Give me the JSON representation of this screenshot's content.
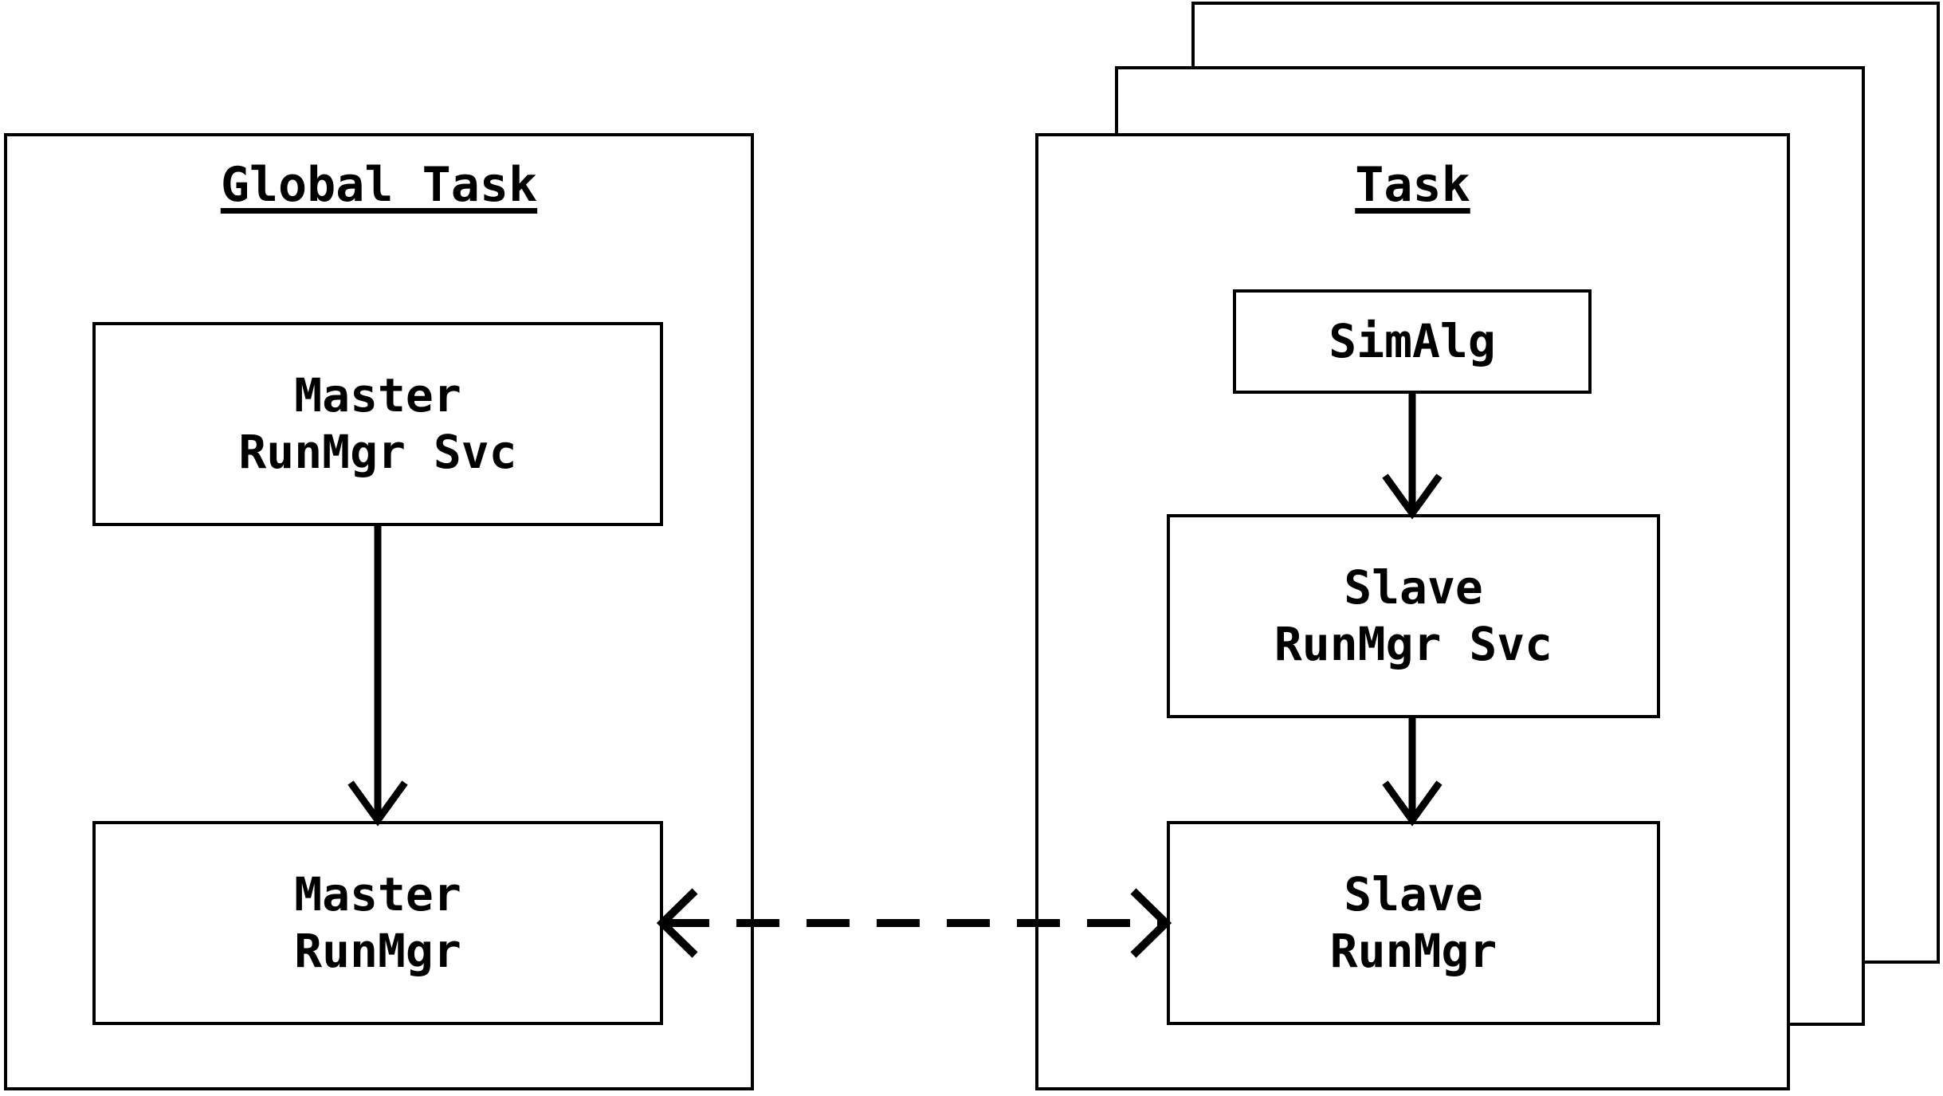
{
  "diagram": {
    "title_hidden": "",
    "stroke_color": "#000000",
    "background_color": "#ffffff",
    "panels": [
      {
        "id": "task-stack-back",
        "label": "",
        "kind": "stacked-task-layer"
      },
      {
        "id": "task-stack-middle",
        "label": "",
        "kind": "stacked-task-layer"
      }
    ],
    "global_task_panel": {
      "title": "Global Task",
      "nodes": [
        {
          "id": "master-runmgr-svc",
          "line1": "Master",
          "line2": "RunMgr Svc"
        },
        {
          "id": "master-runmgr",
          "line1": "Master",
          "line2": "RunMgr"
        }
      ]
    },
    "task_panel": {
      "title": "Task",
      "nodes": [
        {
          "id": "simalg",
          "line1": "SimAlg",
          "line2": ""
        },
        {
          "id": "slave-runmgr-svc",
          "line1": "Slave",
          "line2": "RunMgr Svc"
        },
        {
          "id": "slave-runmgr",
          "line1": "Slave",
          "line2": "RunMgr"
        }
      ]
    },
    "connectors": [
      {
        "id": "master-svc-to-master-runmgr",
        "style": "solid",
        "arrowheads": "end",
        "direction": "down"
      },
      {
        "id": "simalg-to-slave-svc",
        "style": "solid",
        "arrowheads": "end",
        "direction": "down"
      },
      {
        "id": "slave-svc-to-slave-runmgr",
        "style": "solid",
        "arrowheads": "end",
        "direction": "down"
      },
      {
        "id": "master-runmgr-to-slave-runmgr",
        "style": "dashed",
        "arrowheads": "both",
        "direction": "horizontal"
      }
    ]
  }
}
